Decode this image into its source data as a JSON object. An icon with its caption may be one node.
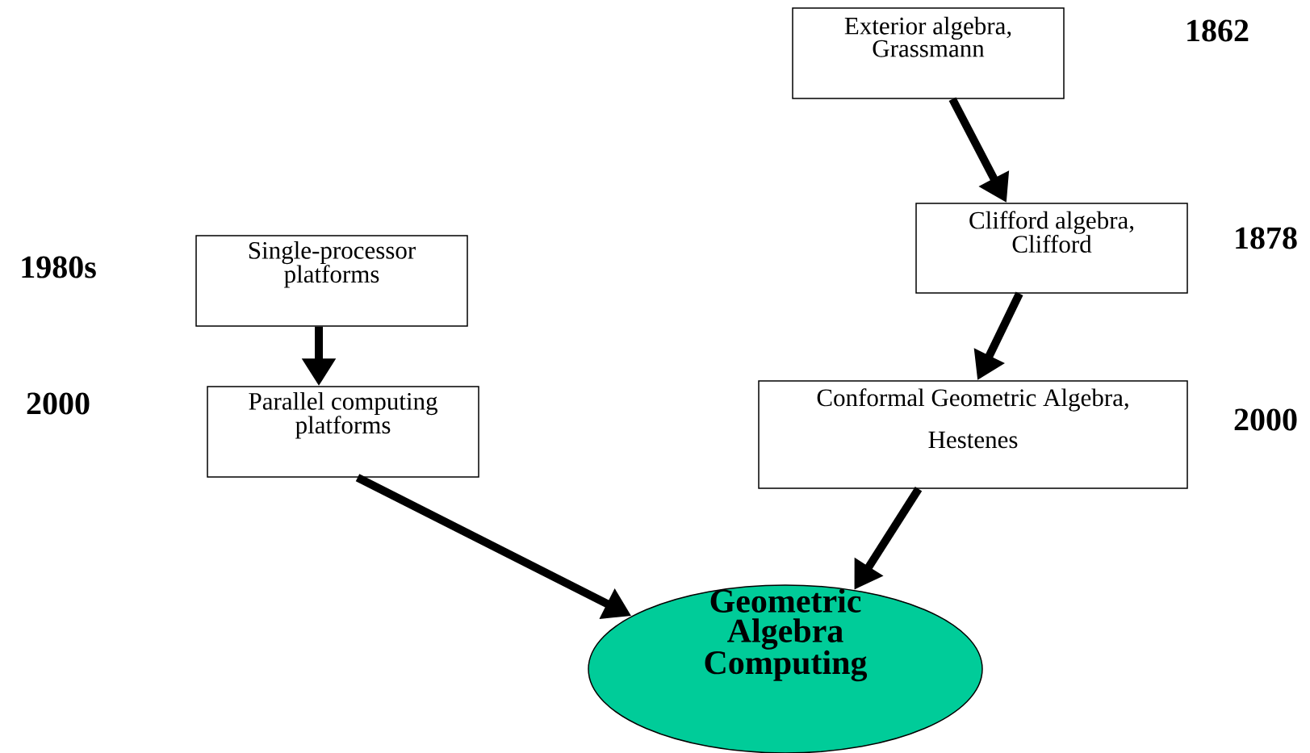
{
  "diagram": {
    "nodes": [
      {
        "text": [
          "Exterior algebra, Grassmann"
        ]
      },
      {
        "text": [
          "Clifford algebra, Clifford"
        ]
      },
      {
        "text": [
          "Single-processor platforms"
        ]
      },
      {
        "text": [
          "Parallel computing platforms"
        ]
      },
      {
        "text": [
          "Conformal Geometric Algebra, Hestenes"
        ]
      },
      {
        "text": [
          "Geometric Algebra Computing"
        ]
      }
    ],
    "edges": [
      {
        "from": 0,
        "to": 1,
        "arrow": "to"
      },
      {
        "from": 1,
        "to": 4,
        "arrow": "to"
      },
      {
        "from": 2,
        "to": 3,
        "arrow": "to"
      },
      {
        "from": 3,
        "to": 5,
        "arrow": "to"
      },
      {
        "from": 4,
        "to": 5,
        "arrow": "to"
      }
    ],
    "labels": [
      "1862",
      "1878",
      "1980s",
      "2000",
      "2000"
    ]
  }
}
